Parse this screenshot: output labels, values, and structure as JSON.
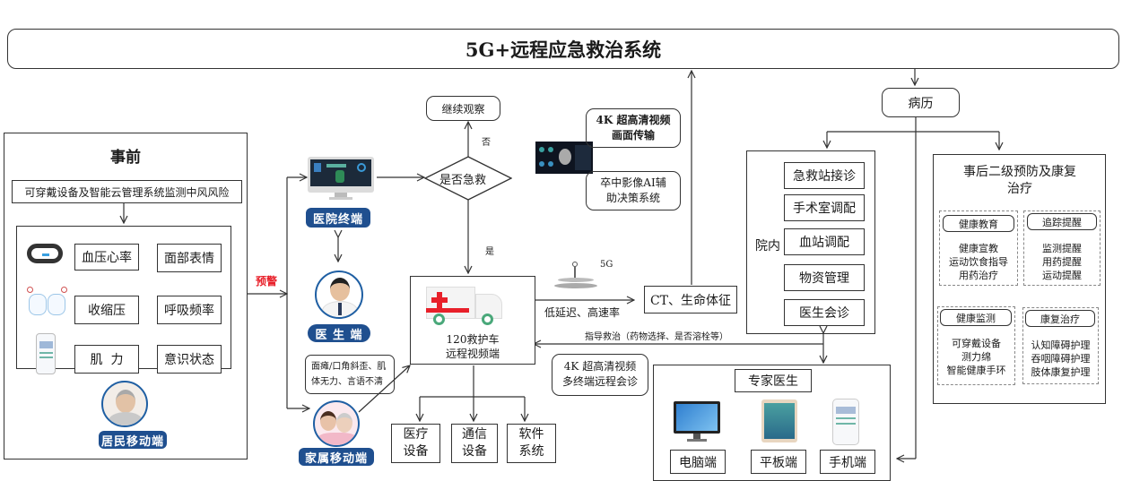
{
  "title": "5G+远程应急救治系统",
  "pre_event": {
    "title": "事前",
    "monitor_label": "可穿戴设备及智能云管理系统监测中风风险",
    "indicators": [
      "血压心率",
      "面部表情",
      "收缩压",
      "呼吸频率",
      "肌  力",
      "意识状态"
    ],
    "resident_badge": "居民移动端"
  },
  "warning_label": "预警",
  "hospital_terminal": "医院终端",
  "doctor_terminal": "医 生 端",
  "family_terminal": "家属移动端",
  "symptoms_note": "面瘫/口角斜歪、肌体无力、言语不清",
  "decision": {
    "question": "是否急救",
    "no_label": "否",
    "yes_label": "是",
    "continue_observe": "继续观察"
  },
  "features": {
    "video_4k": "4K 超高清视频画面传输",
    "ai_assist": "卒中影像AI辅助决策系统"
  },
  "ambulance": {
    "title": "120救护车",
    "subtitle": "远程视频端"
  },
  "ambulance_equipment": [
    "医疗设备",
    "通信设备",
    "软件系统"
  ],
  "network": {
    "label_5g": "5G",
    "caption": "低延迟、高速率"
  },
  "ct_vitals": "CT、生命体征",
  "guidance_label": "指导救治（药物选择、是否溶栓等）",
  "consult_note": "4K 超高清视频多终端远程会诊",
  "medical_record": "病历",
  "in_hospital": {
    "label": "院内",
    "items": [
      "急救站接诊",
      "手术室调配",
      "血站调配",
      "物资管理",
      "医生会诊"
    ]
  },
  "expert": {
    "title": "专家医生",
    "devices": [
      "电脑端",
      "平板端",
      "手机端"
    ]
  },
  "post_event": {
    "title": "事后二级预防及康复治疗",
    "groups": [
      {
        "heading": "健康教育",
        "items": [
          "健康宣教",
          "运动饮食指导",
          "用药治疗"
        ]
      },
      {
        "heading": "追踪提醒",
        "items": [
          "监测提醒",
          "用药提醒",
          "运动提醒"
        ]
      },
      {
        "heading": "健康监测",
        "items": [
          "可穿戴设备",
          "测力绵",
          "智能健康手环"
        ]
      },
      {
        "heading": "康复治疗",
        "items": [
          "认知障碍护理",
          "吞咽障碍护理",
          "肢体康复护理"
        ]
      }
    ]
  },
  "colors": {
    "badge_blue": "#1f4f8f",
    "warning_red": "#e8202a",
    "line": "#333333"
  }
}
